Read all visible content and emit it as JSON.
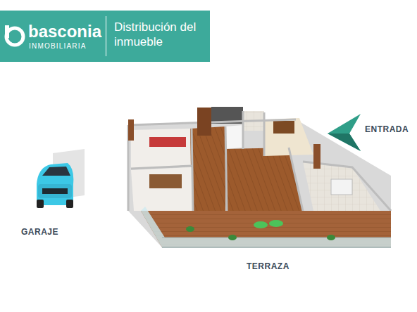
{
  "diagram": {
    "nodes": [
      {
        "text": [
          "basconia",
          "INMOBILIARIA",
          "Distribución del inmueble"
        ]
      }
    ],
    "labels": [
      "ENTRADA",
      "GARAJE",
      "TERRAZA"
    ]
  }
}
